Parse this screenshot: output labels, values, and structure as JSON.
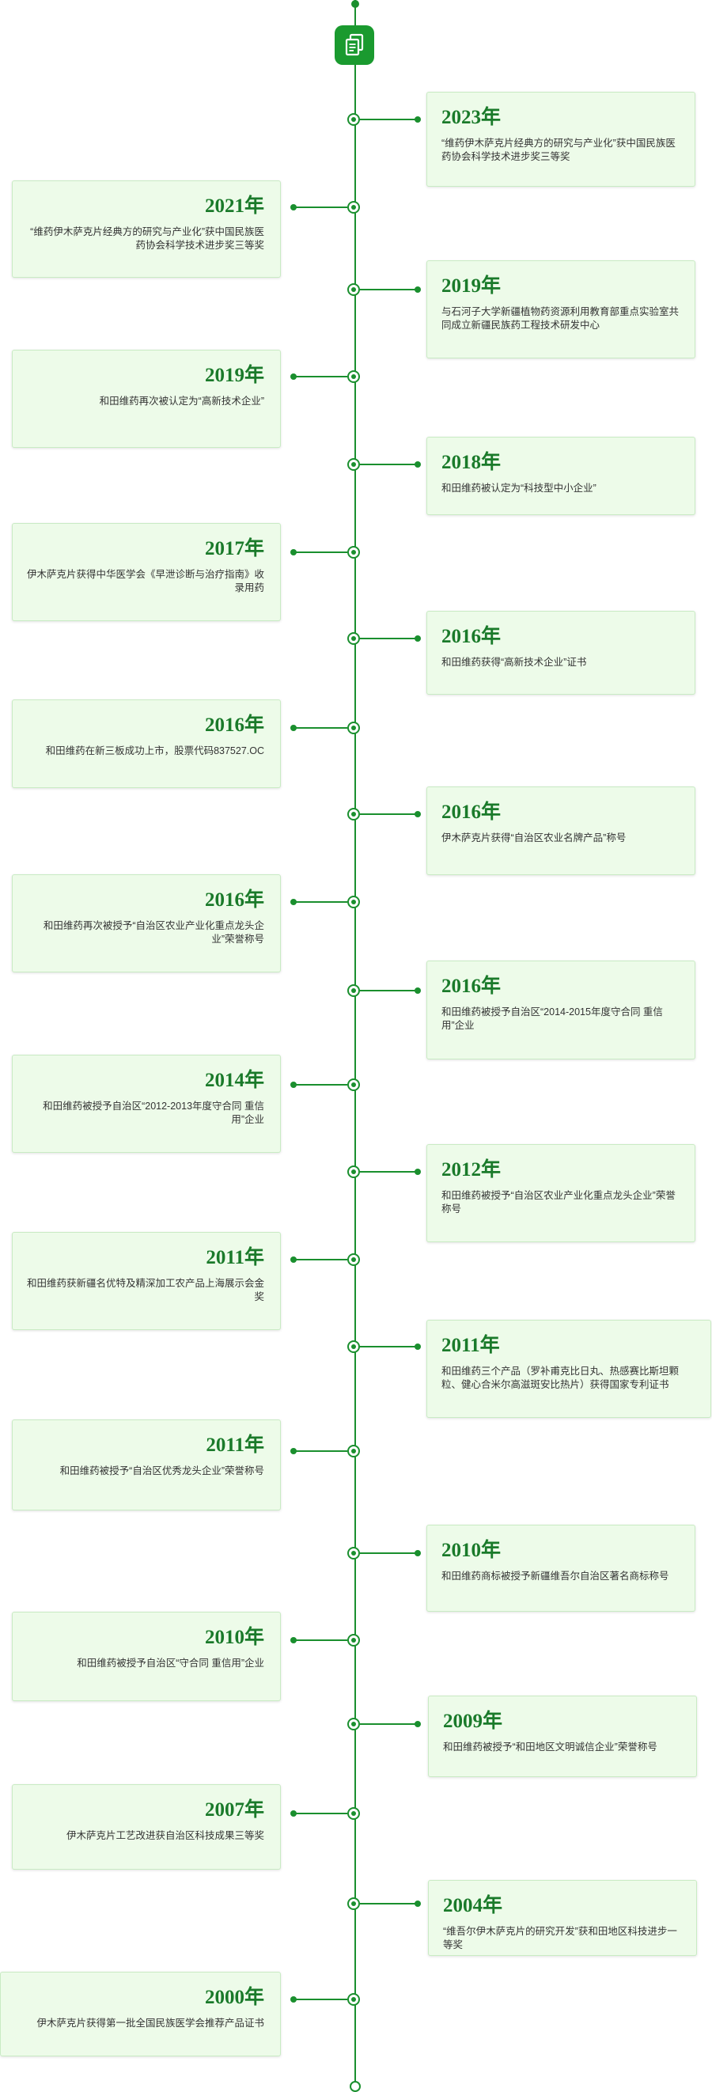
{
  "colors": {
    "accent": "#1a8f2e",
    "card_bg": "#edfbe9",
    "year_text": "#1a7a2a"
  },
  "header": {
    "icon": "document-copy-icon"
  },
  "timeline": [
    {
      "year": "2023年",
      "desc": "“维药伊木萨克片经典方的研究与产业化”获中国民族医药协会科学技术进步奖三等奖"
    },
    {
      "year": "2021年",
      "desc": "“维药伊木萨克片经典方的研究与产业化”获中国民族医药协会科学技术进步奖三等奖"
    },
    {
      "year": "2019年",
      "desc": "与石河子大学新疆植物药资源利用教育部重点实验室共同成立新疆民族药工程技术研发中心"
    },
    {
      "year": "2019年",
      "desc": "和田维药再次被认定为“高新技术企业”"
    },
    {
      "year": "2018年",
      "desc": "和田维药被认定为“科技型中小企业”"
    },
    {
      "year": "2017年",
      "desc": "伊木萨克片获得中华医学会《早泄诊断与治疗指南》收录用药"
    },
    {
      "year": "2016年",
      "desc": "和田维药获得“高新技术企业”证书"
    },
    {
      "year": "2016年",
      "desc": "和田维药在新三板成功上市，股票代码837527.OC"
    },
    {
      "year": "2016年",
      "desc": "伊木萨克片获得“自治区农业名牌产品”称号"
    },
    {
      "year": "2016年",
      "desc": "和田维药再次被授予“自治区农业产业化重点龙头企业”荣誉称号"
    },
    {
      "year": "2016年",
      "desc": "和田维药被授予自治区“2014-2015年度守合同 重信用”企业"
    },
    {
      "year": "2014年",
      "desc": "和田维药被授予自治区“2012-2013年度守合同 重信用”企业"
    },
    {
      "year": "2012年",
      "desc": "和田维药被授予“自治区农业产业化重点龙头企业”荣誉称号"
    },
    {
      "year": "2011年",
      "desc": "和田维药获新疆名优特及精深加工农产品上海展示会金奖"
    },
    {
      "year": "2011年",
      "desc": "和田维药三个产品（罗补甫克比日丸、热感赛比斯坦颗粒、健心合米尔高滋斑安比热片）获得国家专利证书"
    },
    {
      "year": "2011年",
      "desc": "和田维药被授予“自治区优秀龙头企业”荣誉称号"
    },
    {
      "year": "2010年",
      "desc": "和田维药商标被授予新疆维吾尔自治区著名商标称号"
    },
    {
      "year": "2010年",
      "desc": "和田维药被授予自治区“守合同 重信用”企业"
    },
    {
      "year": "2009年",
      "desc": "和田维药被授予“和田地区文明诚信企业”荣誉称号"
    },
    {
      "year": "2007年",
      "desc": "伊木萨克片工艺改进获自治区科技成果三等奖"
    },
    {
      "year": "2004年",
      "desc": "“维吾尔伊木萨克片的研究开发”获和田地区科技进步一等奖"
    },
    {
      "year": "2000年",
      "desc": "伊木萨克片获得第一批全国民族医学会推荐产品证书"
    }
  ]
}
